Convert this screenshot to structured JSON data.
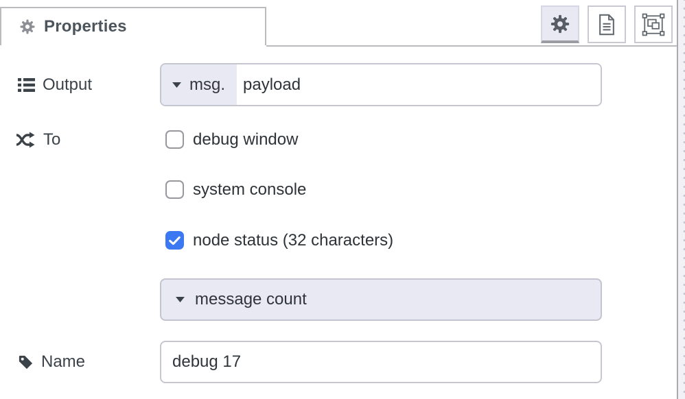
{
  "header": {
    "tab": {
      "title": "Properties",
      "icon": "gear-icon"
    },
    "toolbar": {
      "buttons": [
        {
          "name": "properties",
          "icon": "gear-icon",
          "selected": true
        },
        {
          "name": "description",
          "icon": "document-icon",
          "selected": false
        },
        {
          "name": "appearance",
          "icon": "object-group-icon",
          "selected": false
        }
      ]
    }
  },
  "form": {
    "output": {
      "label": "Output",
      "icon": "list-icon",
      "prefix": "msg.",
      "value": "payload"
    },
    "to": {
      "label": "To",
      "icon": "shuffle-icon",
      "options": [
        {
          "label": "debug window",
          "checked": false
        },
        {
          "label": "system console",
          "checked": false
        },
        {
          "label": "node status (32 characters)",
          "checked": true
        }
      ]
    },
    "status_dropdown": {
      "value": "message count"
    },
    "name": {
      "label": "Name",
      "icon": "tag-icon",
      "value": "debug 17"
    }
  },
  "colors": {
    "accent_blue": "#3b78f2",
    "field_tint": "#e8e9f3",
    "border": "#c6c6d0",
    "tab_border": "#bababf"
  }
}
